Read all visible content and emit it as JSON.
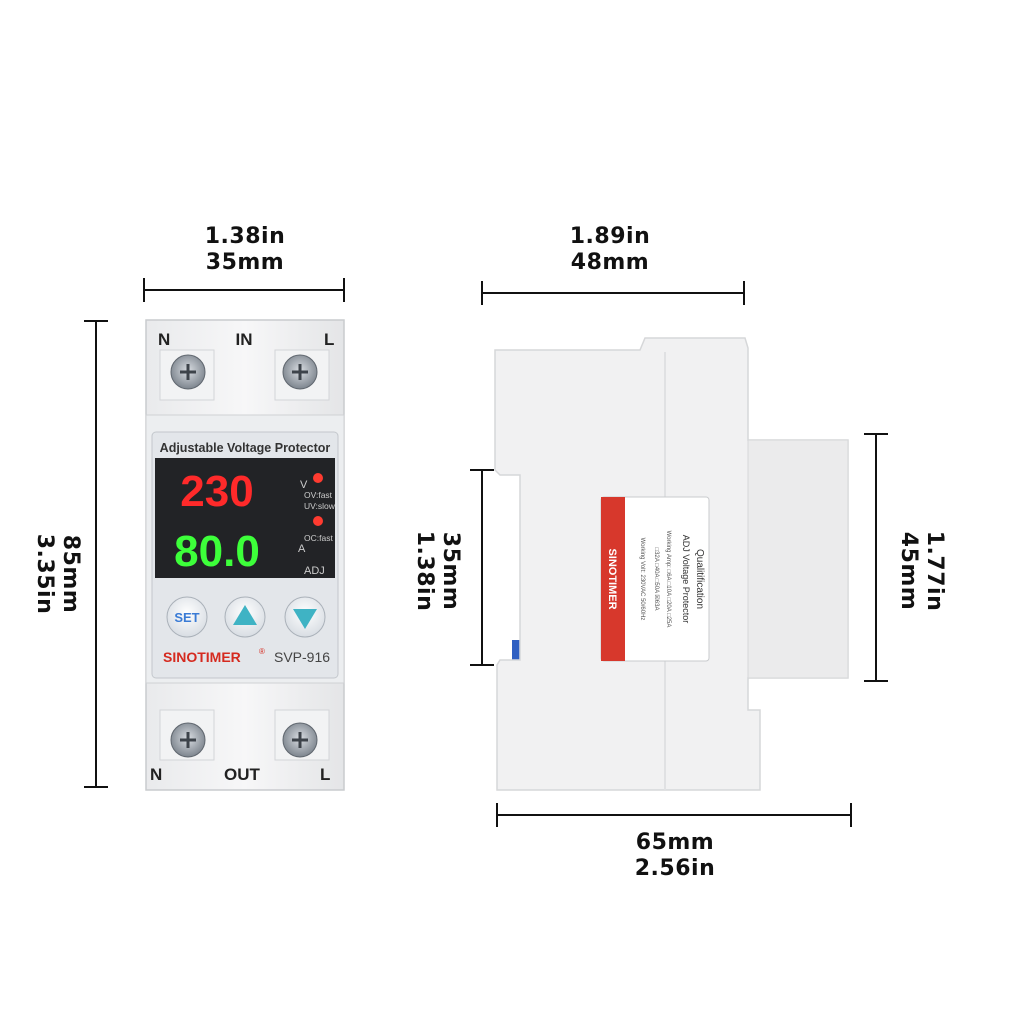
{
  "dimensions": {
    "front_width": {
      "in": "1.38in",
      "mm": "35mm"
    },
    "side_width": {
      "in": "1.89in",
      "mm": "48mm"
    },
    "front_height": {
      "mm": "85mm",
      "in": "3.35in"
    },
    "side_body_height": {
      "mm": "35mm",
      "in": "1.38in"
    },
    "side_total_height": {
      "mm": "45mm",
      "in": "1.77in"
    },
    "side_depth": {
      "mm": "65mm",
      "in": "2.56in"
    }
  },
  "device": {
    "top_terminals": {
      "left": "N",
      "center": "IN",
      "right": "L"
    },
    "bottom_terminals": {
      "left": "N",
      "center": "OUT",
      "right": "L"
    },
    "panel_title": "Adjustable Voltage Protector",
    "display_voltage": "230",
    "display_current": "80.0",
    "unit_v": "V",
    "unit_a": "A",
    "ov_label": "OV:fast",
    "uv_label": "UV:slow",
    "oc_label": "OC:fast",
    "adj_label": "ADJ",
    "set_button": "SET",
    "brand": "SINOTIMER",
    "reg_mark": "®",
    "model": "SVP-916"
  },
  "side_label": {
    "brand": "SINOTIMER",
    "line1": "Qualitification",
    "line2": "ADJ Voltage Protector",
    "line3": "Working Amp: □6A □10A □20A □25A",
    "line4": "□32A □40A □50A ☒63A",
    "line5": "Working Volt: 230VAC 50/60Hz"
  },
  "colors": {
    "voltage_digits": "#ff2a2a",
    "current_digits": "#3dff3a",
    "brand_red": "#d52a1f",
    "button_teal": "#3fb3c4",
    "set_blue": "#3a7bd5"
  }
}
